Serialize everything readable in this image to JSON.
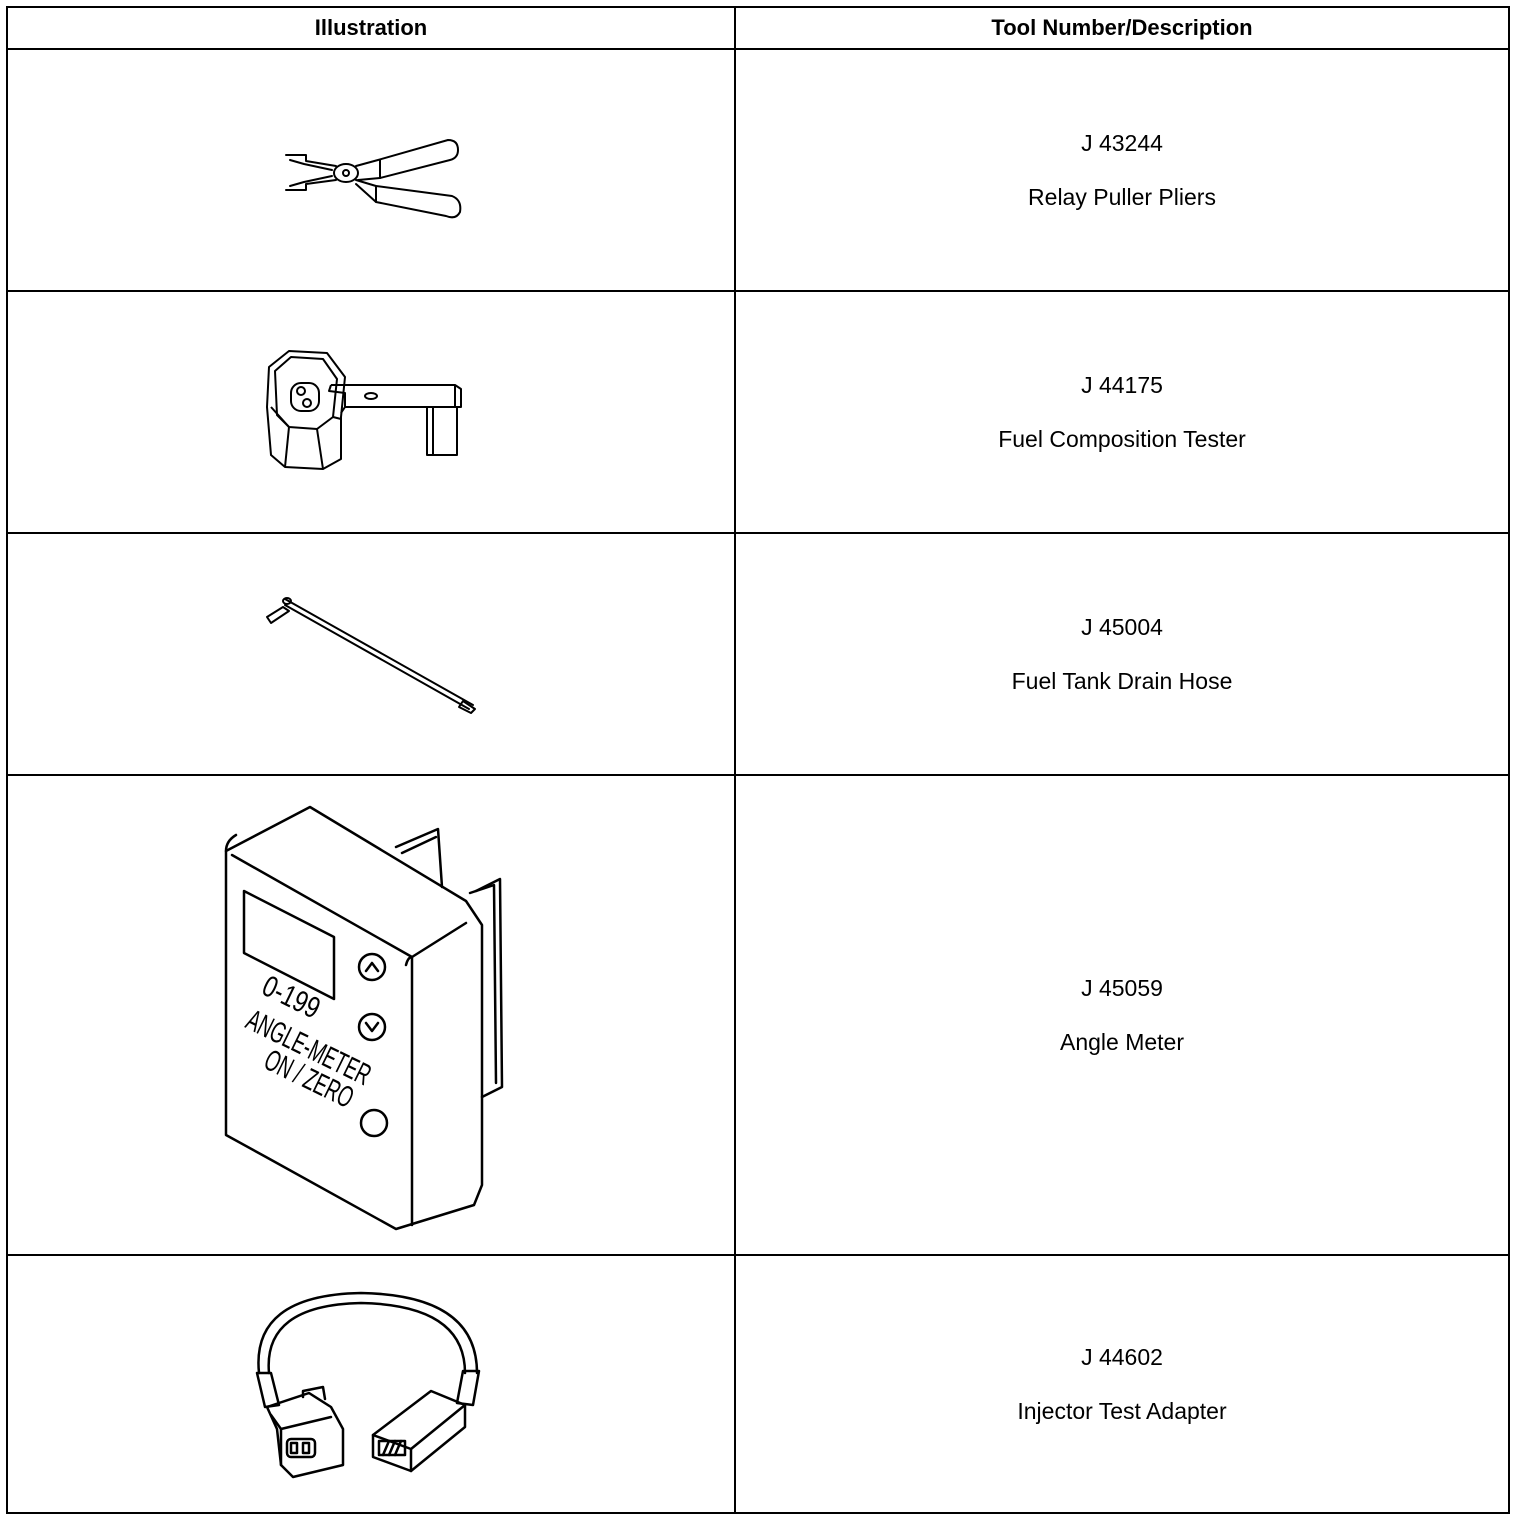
{
  "header": {
    "col_illustration": "Illustration",
    "col_tool": "Tool Number/Description"
  },
  "rows": [
    {
      "number": "J 43244",
      "description": "Relay Puller Pliers",
      "icon": "relay-puller-pliers-icon"
    },
    {
      "number": "J 44175",
      "description": "Fuel Composition Tester",
      "icon": "fuel-composition-tester-icon"
    },
    {
      "number": "J 45004",
      "description": "Fuel Tank Drain Hose",
      "icon": "fuel-tank-drain-hose-icon"
    },
    {
      "number": "J 45059",
      "description": "Angle Meter",
      "icon": "angle-meter-icon",
      "device_text": {
        "range": "0-199",
        "name": "ANGLE-METER",
        "button": "ON / ZERO"
      }
    },
    {
      "number": "J 44602",
      "description": "Injector Test Adapter",
      "icon": "injector-test-adapter-icon"
    }
  ]
}
